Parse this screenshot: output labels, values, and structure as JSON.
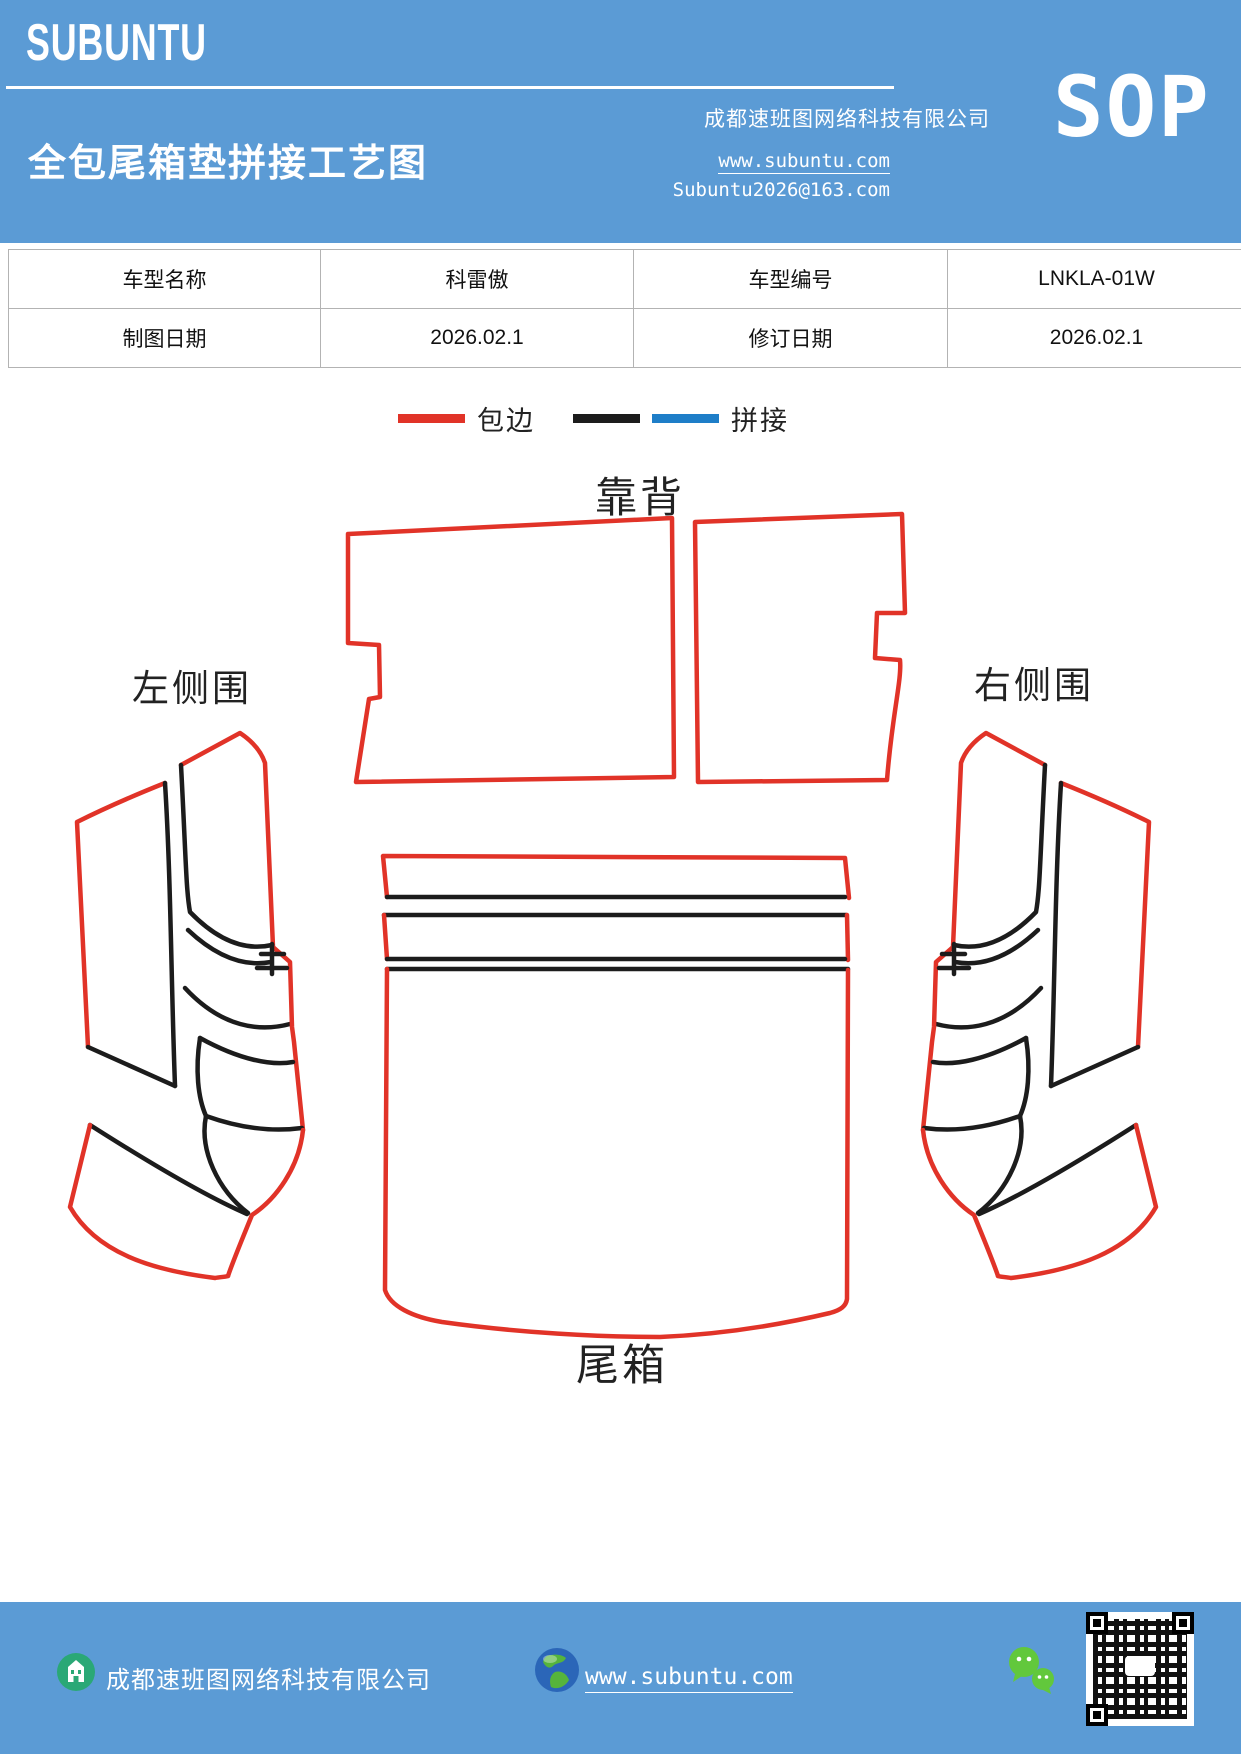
{
  "colors": {
    "header_blue": "#5b9bd5",
    "binding_red": "#e13328",
    "seam_black": "#1c1c1c",
    "seam_blue": "#1e7ec8",
    "table_border": "#b3b3b3",
    "wechat_green": "#62c83c",
    "building_icon_green": "#2aa876",
    "globe_blue": "#2b66b8"
  },
  "header": {
    "logo": "SUBUNTU",
    "company": "成都速班图网络科技有限公司",
    "doc_title": "全包尾箱垫拼接工艺图",
    "website": "www.subuntu.com",
    "email": "Subuntu2026@163.com",
    "doc_type": "SOP"
  },
  "info_table": {
    "rows": [
      [
        "车型名称",
        "科雷傲",
        "车型编号",
        "LNKLA-01W"
      ],
      [
        "制图日期",
        "2026.02.1",
        "修订日期",
        "2026.02.1"
      ]
    ]
  },
  "legend": {
    "items": [
      {
        "label": "包边",
        "swatches": [
          "#e13328"
        ]
      },
      {
        "label": "拼接",
        "swatches": [
          "#1c1c1c",
          "#1e7ec8"
        ]
      }
    ]
  },
  "diagram": {
    "labels": {
      "backrest": "靠背",
      "left_side": "左侧围",
      "right_side": "右侧围",
      "trunk": "尾箱"
    }
  },
  "footer": {
    "company": "成都速班图网络科技有限公司",
    "website": "www.subuntu.com"
  }
}
